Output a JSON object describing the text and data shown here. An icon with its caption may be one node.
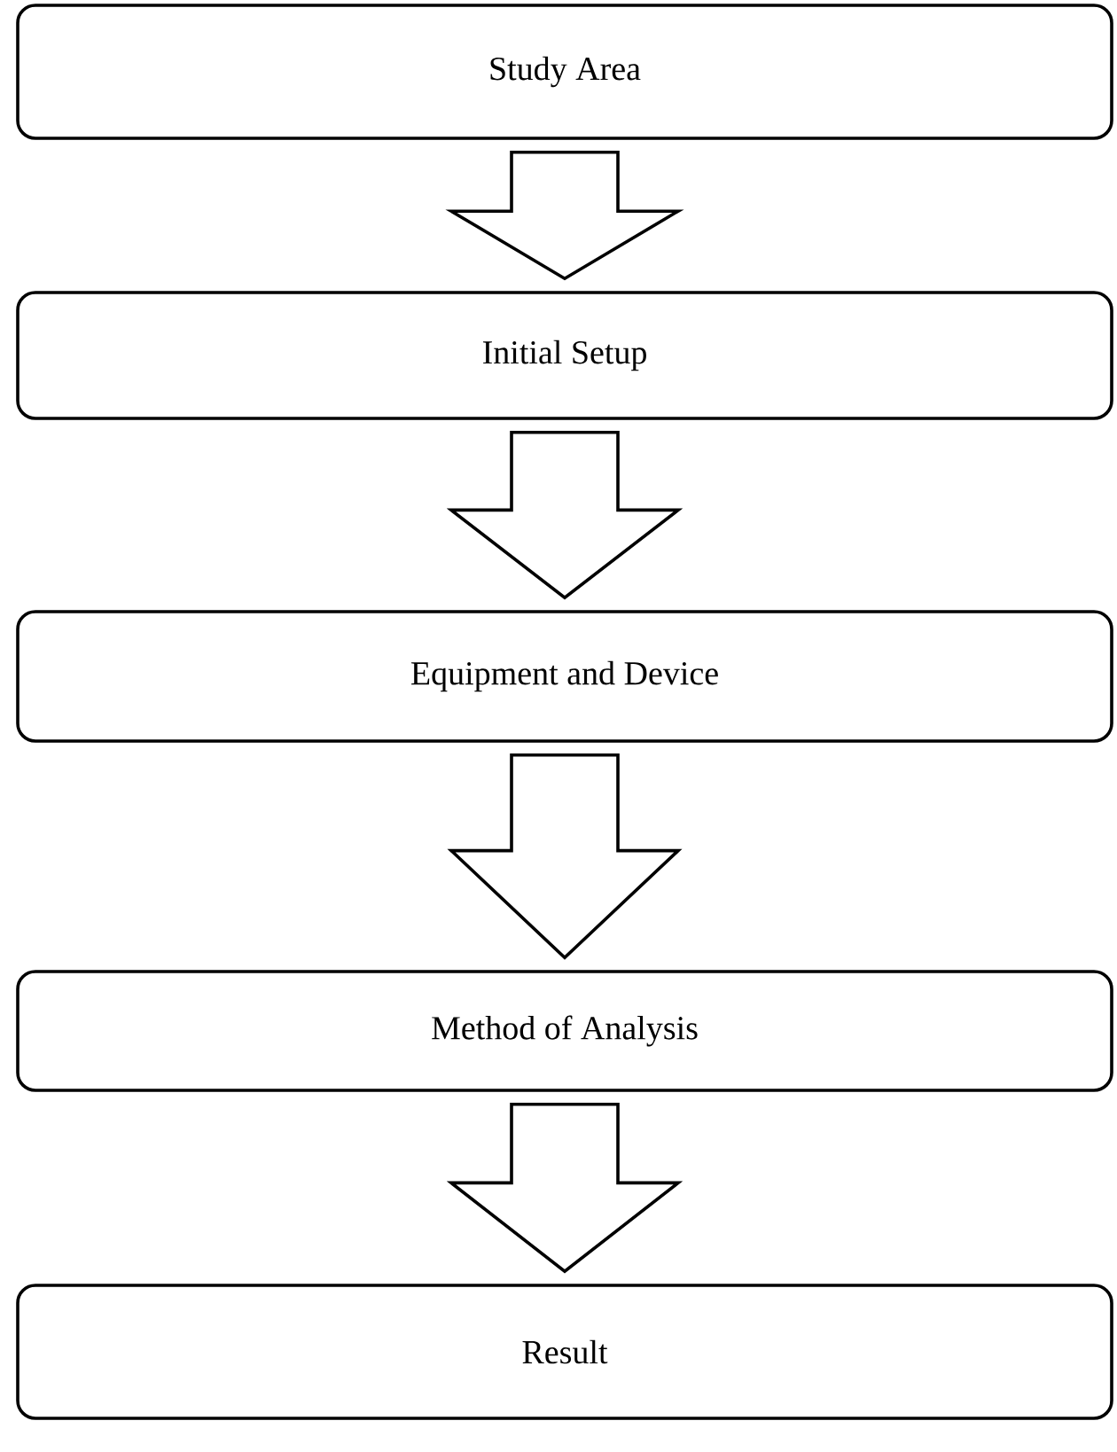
{
  "diagram": {
    "nodes": [
      {
        "text": [
          "Study Area"
        ]
      },
      {
        "text": [
          "Initial Setup"
        ]
      },
      {
        "text": [
          "Equipment and Device"
        ]
      },
      {
        "text": [
          "Method of Analysis"
        ]
      },
      {
        "text": [
          "Result"
        ]
      }
    ],
    "edges": [
      {
        "from": 0,
        "to": 1,
        "arrow": "to"
      },
      {
        "from": 1,
        "to": 2,
        "arrow": "to"
      },
      {
        "from": 2,
        "to": 3,
        "arrow": "to"
      },
      {
        "from": 3,
        "to": 4,
        "arrow": "to"
      }
    ]
  }
}
